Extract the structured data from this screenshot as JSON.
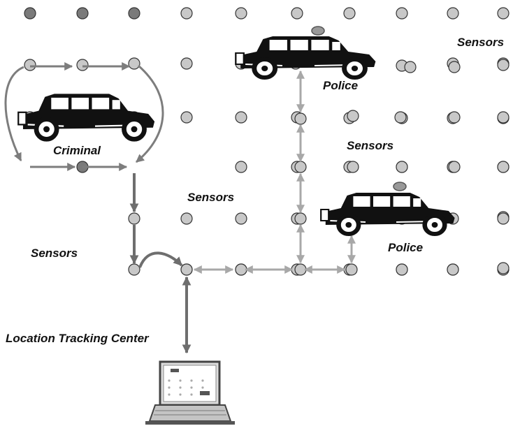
{
  "labels": {
    "sensors_top_right": "Sensors",
    "police_top": "Police",
    "sensors_mid_right": "Sensors",
    "criminal": "Criminal",
    "sensors_center": "Sensors",
    "police_right": "Police",
    "sensors_left": "Sensors",
    "tracking_center": "Location Tracking Center"
  },
  "icons": {
    "criminal_car": "vintage-car-icon",
    "police_car_top": "police-car-icon",
    "police_car_right": "police-car-icon",
    "laptop": "laptop-icon"
  },
  "colors": {
    "sensor_fill": "#c8c8c8",
    "sensor_active_fill": "#7a7a7a",
    "criminal_path": "#7d7d7d",
    "report_path": "#6e6e6e",
    "network_path": "#a8a8a8"
  }
}
